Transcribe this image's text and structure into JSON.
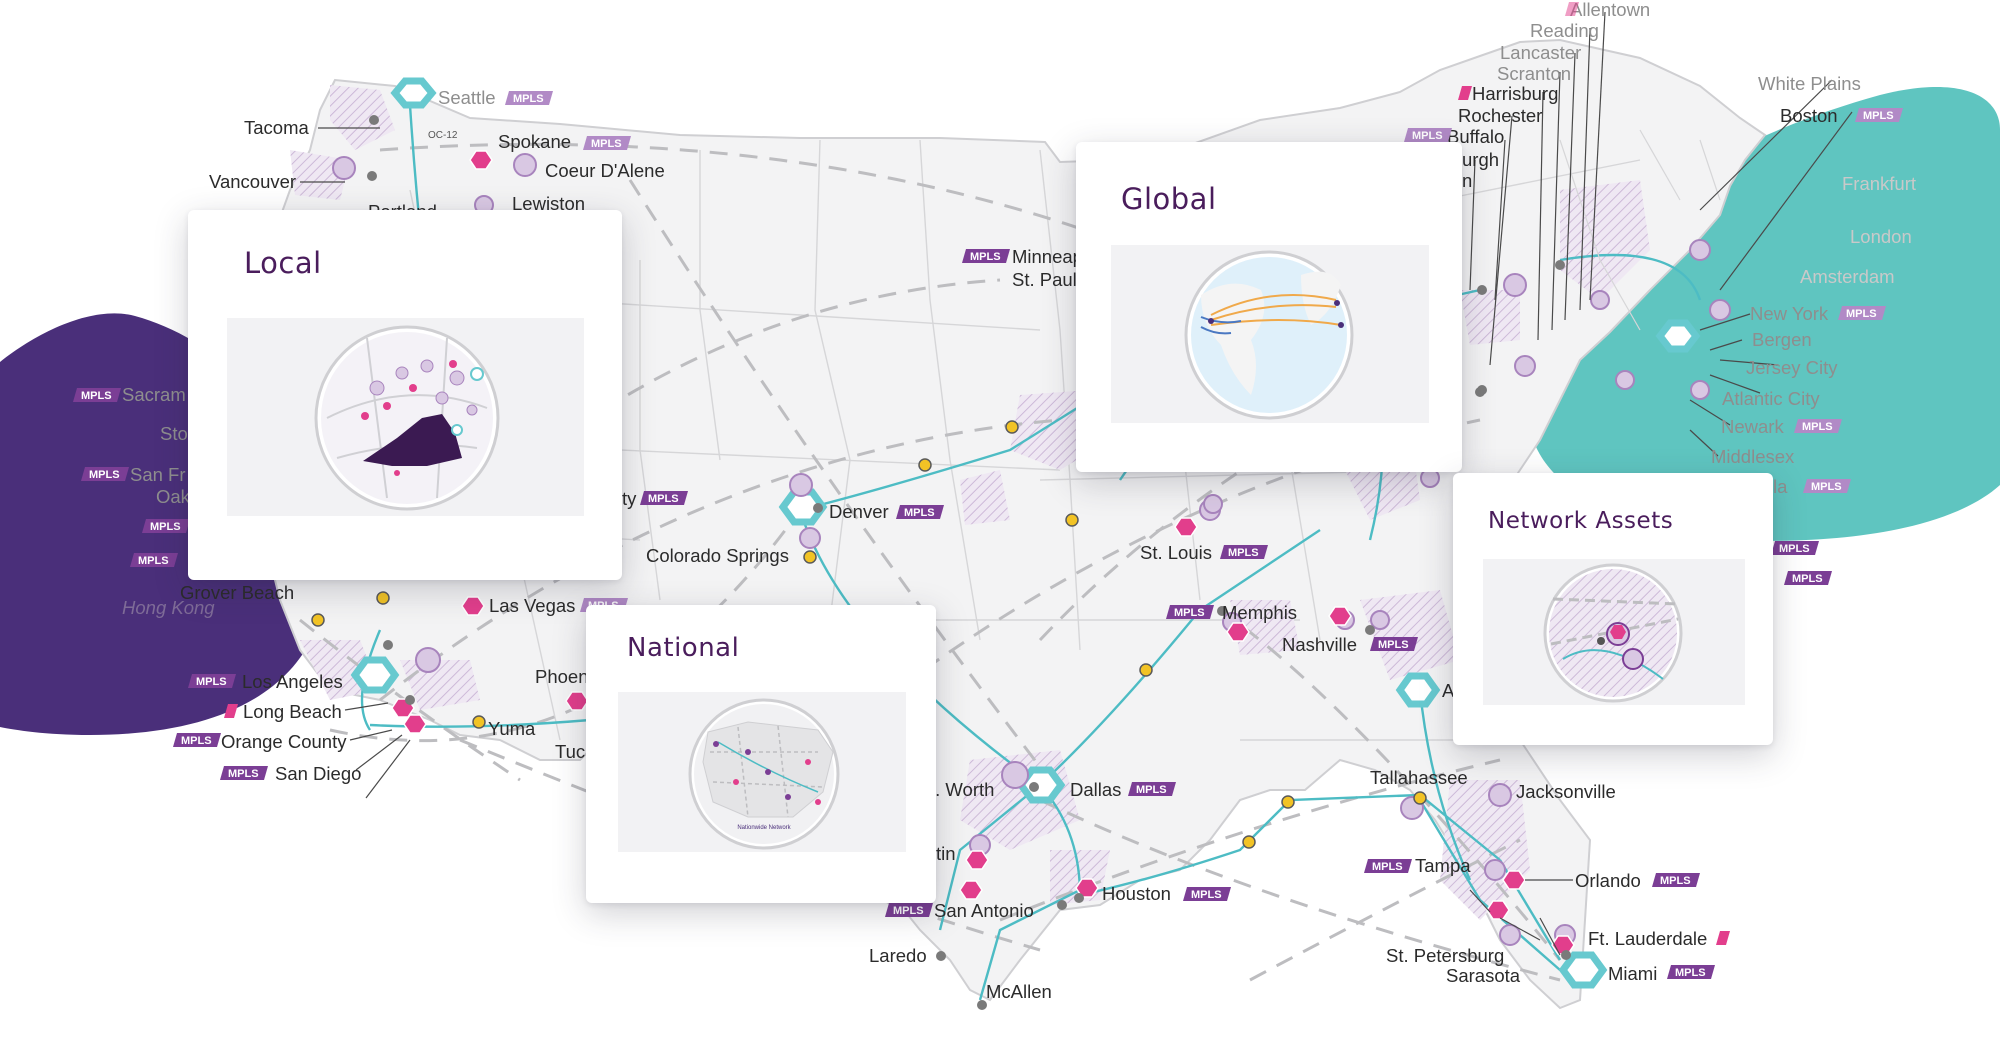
{
  "cards": {
    "local": "Local",
    "global": "Global",
    "national": "National",
    "assets": "Network Assets"
  },
  "thumb_labels": {
    "nationwide": "Nationwide Network"
  },
  "badge": "MPLS",
  "interchange": "OC-12",
  "cities": {
    "allentown": "Allentown",
    "reading": "Reading",
    "lancaster": "Lancaster",
    "scranton": "Scranton",
    "harrisburg": "Harrisburg",
    "rochester": "Rochester",
    "buffalo": "Buffalo",
    "pittsburgh": "urgh",
    "cleveland": "n",
    "white_plains": "White Plains",
    "boston": "Boston",
    "new_york": "New York",
    "bergen": "Bergen",
    "jersey_city": "Jersey City",
    "atlantic_city": "Atlantic City",
    "newark": "Newark",
    "middlesex": "Middlesex",
    "phila": "la",
    "seattle": "Seattle",
    "tacoma": "Tacoma",
    "spokane": "Spokane",
    "coeur": "Coeur D'Alene",
    "vancouver": "Vancouver",
    "lewiston": "Lewiston",
    "portland": "Portland",
    "minneapolis": "Minneapolis",
    "st_paul": "St. Paul",
    "sacramento": "Sacram",
    "stockton": "Sto",
    "san_francisco": "San Fr",
    "oakland": "Oak",
    "hong_kong": "Hong Kong",
    "grover_beach": "Grover Beach",
    "los_angeles": "Los Angeles",
    "long_beach": "Long Beach",
    "orange_county": "Orange County",
    "san_diego": "San Diego",
    "yuma": "Yuma",
    "phoenix": "Phoen",
    "tucson": "Tuc",
    "las_vegas": "Las Vegas",
    "denver": "Denver",
    "colorado_springs": "Colorado Springs",
    "salt_lake": "ty",
    "st_louis": "St. Louis",
    "memphis": "Memphis",
    "nashville": "Nashville",
    "atlanta": "A",
    "ft_worth": "t. Worth",
    "dallas": "Dallas",
    "austin": "tin",
    "san_antonio": "San Antonio",
    "houston": "Houston",
    "laredo": "Laredo",
    "mcallen": "McAllen",
    "tallahassee": "Tallahassee",
    "jacksonville": "Jacksonville",
    "tampa": "Tampa",
    "orlando": "Orlando",
    "st_petersburg": "St. Petersburg",
    "sarasota": "Sarasota",
    "ft_lauderdale": "Ft. Lauderdale",
    "miami": "Miami",
    "faded1": "Frankfurt",
    "faded2": "Amsterdam",
    "faded3": "London"
  },
  "colors": {
    "purple_dark": "#4a2f7a",
    "teal": "#5fc5c0",
    "route": "#4dbcc4",
    "hub": "#67c9cf",
    "pink": "#e23e8c",
    "yellow": "#f2c325",
    "mpls": "#7b3e95"
  }
}
